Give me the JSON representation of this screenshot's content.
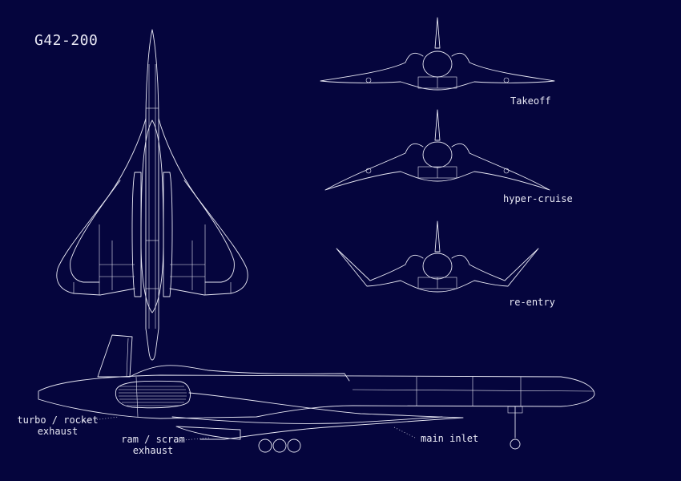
{
  "drawing": {
    "title": "G42-200",
    "views": {
      "takeoff": "Takeoff",
      "hyper_cruise": "hyper-cruise",
      "re_entry": "re-entry"
    },
    "callouts": {
      "turbo_rocket_line1": "turbo / rocket",
      "turbo_rocket_line2": "exhaust",
      "ram_scram_line1": "ram / scram",
      "ram_scram_line2": "exhaust",
      "main_inlet": "main inlet"
    },
    "colors": {
      "background": "#05053d",
      "line": "#e8e8f4"
    }
  }
}
